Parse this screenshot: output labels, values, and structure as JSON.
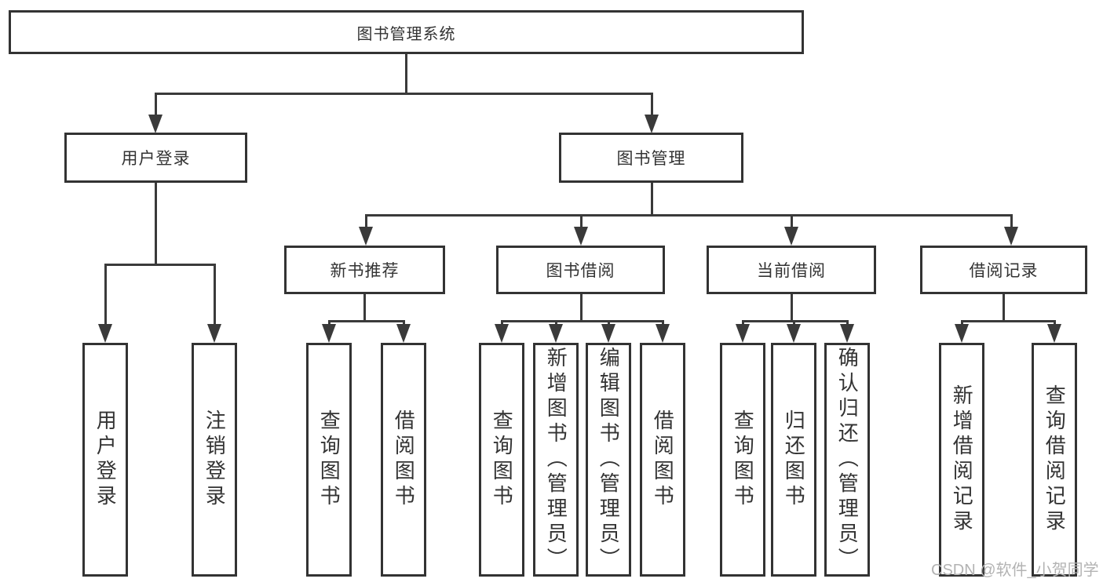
{
  "tree": {
    "root": "图书管理系统",
    "login_branch": {
      "label": "用户登录",
      "leaves": [
        "用户登录",
        "注销登录"
      ]
    },
    "mgmt_branch": {
      "label": "图书管理",
      "groups": [
        {
          "label": "新书推荐",
          "leaves": [
            "查询图书",
            "借阅图书"
          ]
        },
        {
          "label": "图书借阅",
          "leaves": [
            "查询图书",
            "新增图书（管理员）",
            "编辑图书（管理员）",
            "借阅图书"
          ]
        },
        {
          "label": "当前借阅",
          "leaves": [
            "查询图书",
            "归还图书",
            "确认归还（管理员）"
          ]
        },
        {
          "label": "借阅记录",
          "leaves": [
            "新增借阅记录",
            "查询借阅记录"
          ]
        }
      ]
    }
  },
  "watermark": "CSDN @软件_小贺同学",
  "colors": {
    "line": "#3a3a3a",
    "border": "#333333",
    "text": "#333333",
    "watermark": "#b3b3b3",
    "background": "#ffffff"
  }
}
